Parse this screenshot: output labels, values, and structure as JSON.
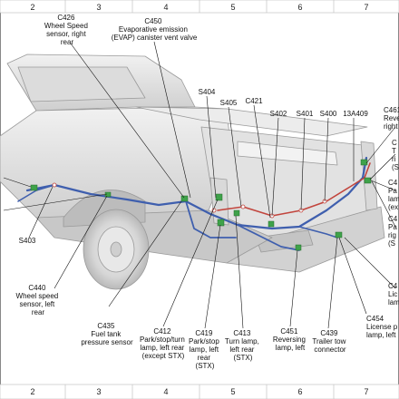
{
  "grid": {
    "top": [
      "2",
      "3",
      "4",
      "5",
      "6",
      "7"
    ],
    "bottom": [
      "2",
      "3",
      "4",
      "5",
      "6",
      "7"
    ]
  },
  "callouts": {
    "c426": [
      "C426",
      "Wheel Speed",
      "sensor, right",
      "rear"
    ],
    "c450": [
      "C450",
      "Evaporative emission",
      "(EVAP) canister vent valve"
    ],
    "s404": "S404",
    "s405": "S405",
    "c421": "C421",
    "s402": "S402",
    "s401": "S401",
    "s400": "S400",
    "s13a409": "13A409",
    "c461": [
      "C461",
      "Rever",
      "right"
    ],
    "right_c1": [
      "C",
      "T",
      "ri",
      "(S"
    ],
    "right_c2": [
      "C4",
      "Pa",
      "lam",
      "(ex"
    ],
    "right_c3": [
      "C4",
      "Pa",
      "rig",
      "(S"
    ],
    "s403": "S403",
    "c440": [
      "C440",
      "Wheel speed",
      "sensor, left",
      "rear"
    ],
    "c435": [
      "C435",
      "Fuel tank",
      "pressure sensor"
    ],
    "c412": [
      "C412",
      "Park/stop/turn",
      "lamp, left rear",
      "(except STX)"
    ],
    "c419": [
      "C419",
      "Park/stop",
      "lamp, left",
      "rear",
      "(STX)"
    ],
    "c413": [
      "C413",
      "Turn lamp,",
      "left rear",
      "(STX)"
    ],
    "c451": [
      "C451",
      "Reversing",
      "lamp, left"
    ],
    "c439": [
      "C439",
      "Trailer tow",
      "connector"
    ],
    "c454": [
      "C454",
      "License p",
      "lamp, left"
    ],
    "right_c4": [
      "C4",
      "Lic",
      "lam"
    ]
  },
  "colors": {
    "harness_blue": "#3f5fae",
    "harness_red": "#c2453d",
    "connector_green": "#3fa24a",
    "truck_fill": "#e4e4e4",
    "truck_edge": "#9a9a9a"
  }
}
